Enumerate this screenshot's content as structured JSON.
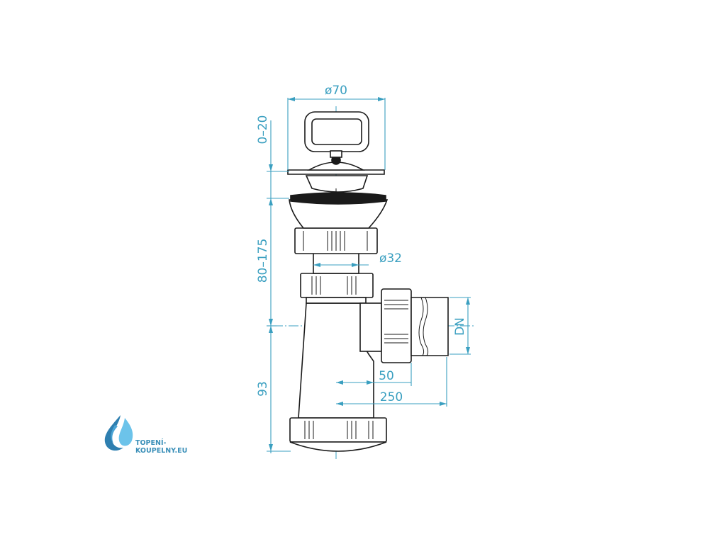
{
  "diagram": {
    "dimensions": {
      "flange_diameter": "ø70",
      "plug_height_range": "0–20",
      "adjustable_height": "80–175",
      "inlet_diameter": "ø32",
      "outlet_nominal": "DN",
      "outlet_offset_min": "50",
      "outlet_offset_max": "250",
      "bottom_height": "93"
    }
  },
  "brand": {
    "line1": "TOPENÍ-",
    "line2": "KOUPELNY.EU"
  },
  "colors": {
    "dimension": "#3a9fc0",
    "outline": "#1a1a1a",
    "brand_dark": "#2e7fb0",
    "brand_light": "#6cc3ea"
  }
}
